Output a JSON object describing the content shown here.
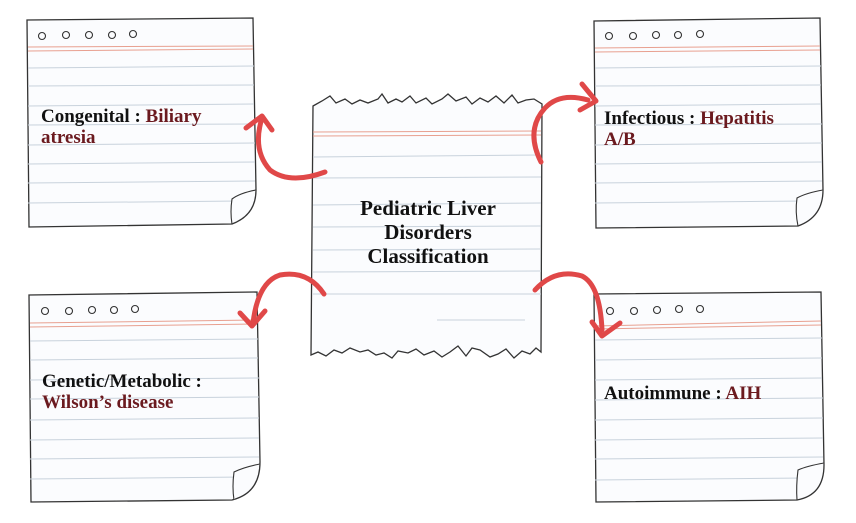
{
  "diagram": {
    "title": "Pediatric Liver Disorders Classification",
    "title_lines": [
      "Pediatric Liver",
      "Disorders",
      "Classification"
    ],
    "colors": {
      "arrow": "#e04848",
      "highlight_text": "#6b1a1f",
      "label_text": "#111111",
      "margin_line": "#e8a090",
      "ruled_line": "#c8d2dc",
      "paper": "#fbfcfe"
    },
    "cards": [
      {
        "id": "congenital",
        "category": "Congenital",
        "separator": " : ",
        "example": "Biliary atresia",
        "example_lines": [
          "Biliary",
          "atresia"
        ]
      },
      {
        "id": "infectious",
        "category": "Infectious",
        "separator": " : ",
        "example": "Hepatitis A/B",
        "example_lines": [
          "Hepatitis",
          "A/B"
        ]
      },
      {
        "id": "genetic",
        "category": "Genetic/Metabolic",
        "separator": " : ",
        "example": "Wilson’s disease"
      },
      {
        "id": "autoimmune",
        "category": "Autoimmune",
        "separator": " : ",
        "example": "AIH"
      }
    ]
  }
}
